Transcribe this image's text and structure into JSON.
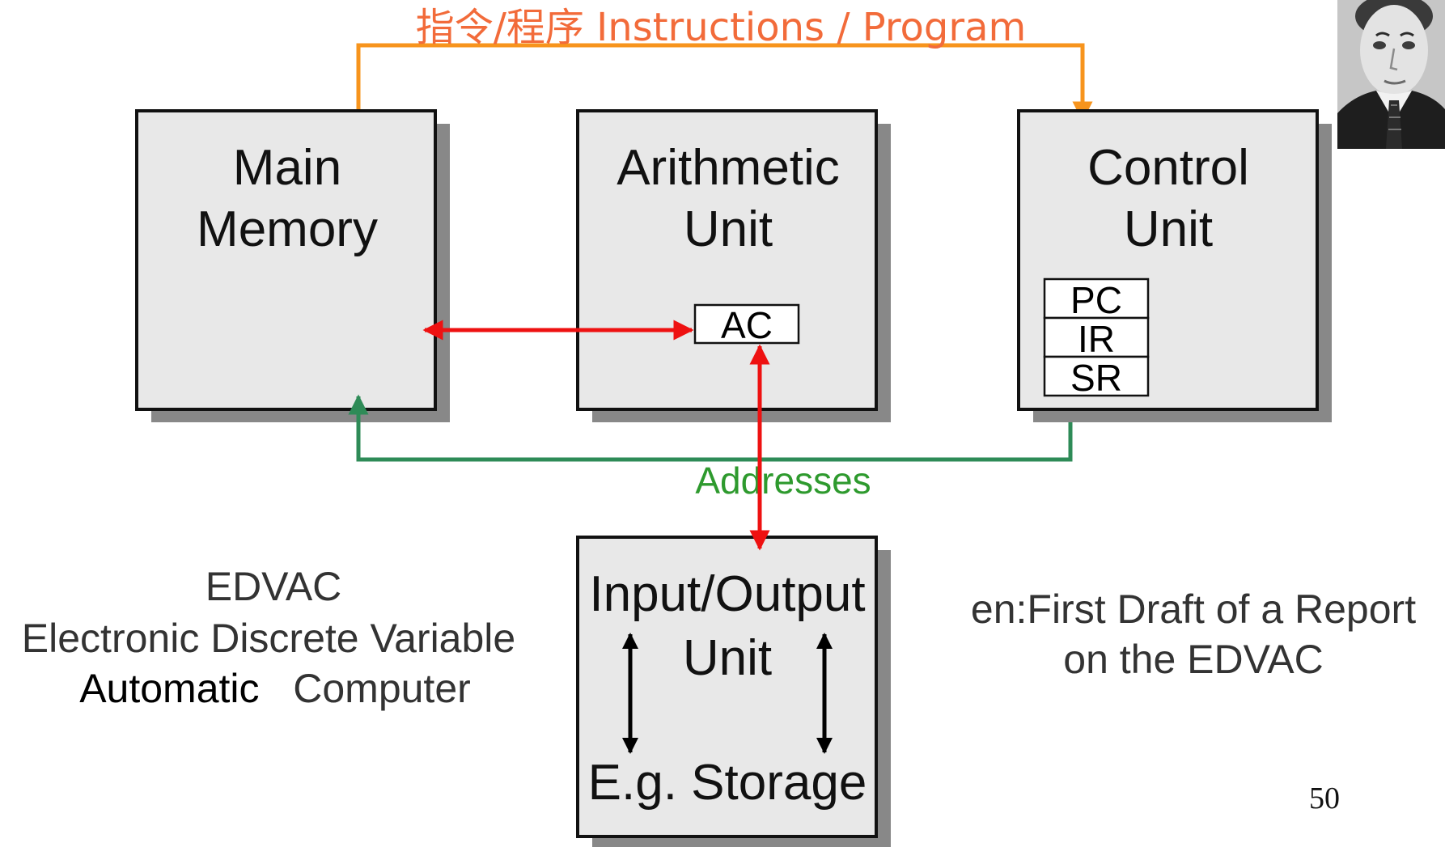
{
  "instructions_label": "指令/程序 Instructions / Program",
  "addresses_label": "Addresses",
  "main_memory": {
    "line1": "Main",
    "line2": "Memory"
  },
  "arithmetic_unit": {
    "line1": "Arithmetic",
    "line2": "Unit",
    "register": "AC"
  },
  "control_unit": {
    "line1": "Control",
    "line2": "Unit",
    "registers": [
      "PC",
      "IR",
      "SR"
    ]
  },
  "io_unit": {
    "line1": "Input/Output",
    "line2": "Unit",
    "storage": "E.g. Storage"
  },
  "edvac": {
    "acronym": "EDVAC",
    "line2": "Electronic Discrete Variable",
    "line3_black": "Automatic",
    "line3_gray": "Computer"
  },
  "report": {
    "line1": "en:First Draft of a Report",
    "line2": "on the EDVAC"
  },
  "page_number": "50",
  "colors": {
    "instructions": "#F7941D",
    "instructions_text": "#F26B3A",
    "addresses": "#2E8B57",
    "addresses_text": "#2E9A2E",
    "data": "#EE1111",
    "box_fill": "#E8E8E8",
    "box_shadow": "#888888",
    "gray_text": "#333333"
  }
}
